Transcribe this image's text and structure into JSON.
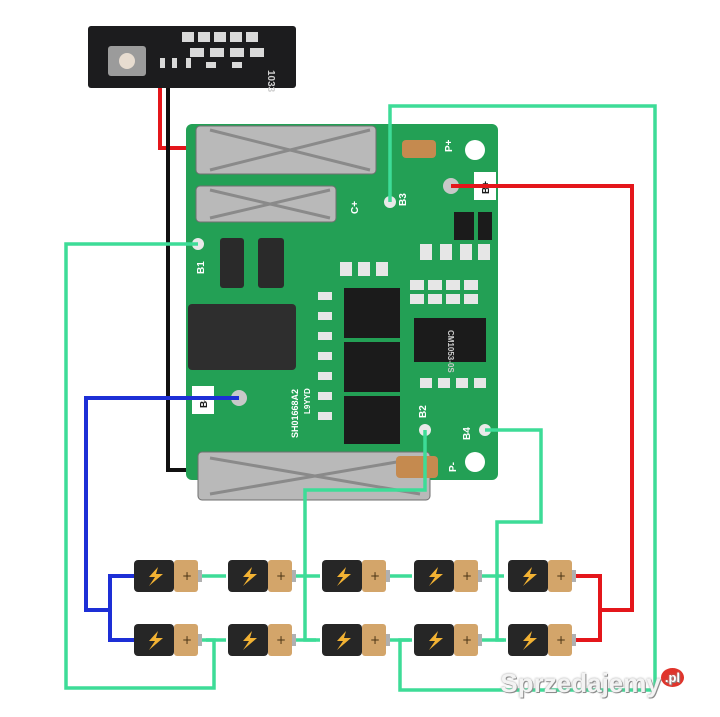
{
  "labels": {
    "p_plus": "P+",
    "b_minus": "B-",
    "c_plus": "C+",
    "b3": "B3",
    "b1": "B1",
    "b2": "B2",
    "b4": "B4",
    "b_plus": "B+",
    "p_minus": "P-",
    "board_id": "SH01668A2",
    "board_sub": "L9YYD",
    "ic_text": "CM1053-0S",
    "indicator_code": "1033"
  },
  "watermark": {
    "text": "Sprzedajemy",
    "suffix": ".pl"
  },
  "colors": {
    "pcb": "#23a055",
    "wire_green": "#3ddc97",
    "wire_red": "#e4161b",
    "wire_blue": "#1d2fd6",
    "wire_black": "#111111"
  }
}
